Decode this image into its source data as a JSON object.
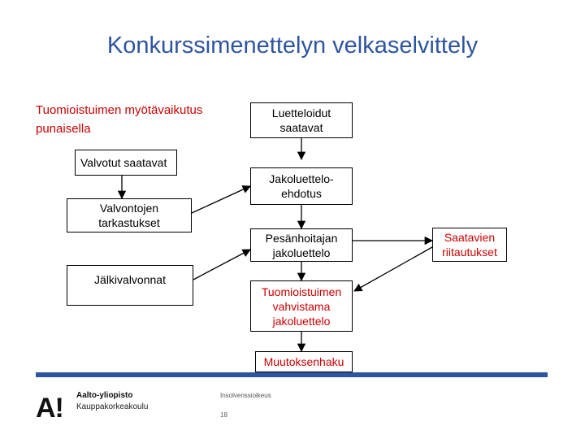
{
  "slide": {
    "title": "Konkurssimenettelyn velkaselvittely",
    "note_line1": "Tuomioistuimen myötävaikutus",
    "note_line2": "punaisella"
  },
  "diagram": {
    "boxes": {
      "luetteloidut": {
        "line1": "Luetteloidut",
        "line2": "saatavat"
      },
      "valvotut": {
        "line1": "Valvotut saatavat"
      },
      "jakoluettelo": {
        "line1": "Jakoluettelo-",
        "line2": "ehdotus"
      },
      "valvontojen": {
        "line1": "Valvontojen",
        "line2": "tarkastukset"
      },
      "pesanhoitajan": {
        "line1": "Pesänhoitajan",
        "line2": "jakoluettelo"
      },
      "saatavien": {
        "line1": "Saatavien",
        "line2": "riitautukset"
      },
      "jalkivalvonnat": {
        "line1": "Jälkivalvonnat"
      },
      "tuomioistuimen": {
        "line1": "Tuomioistuimen",
        "line2": "vahvistama",
        "line3": "jakoluettelo"
      },
      "muutoksenhaku": {
        "line1": "Muutoksenhaku"
      }
    },
    "colors": {
      "red_text": "#cc0000",
      "title_blue": "#2e55a0"
    }
  },
  "footer": {
    "logo_mark": "A!",
    "logo_name": "Aalto-yliopisto",
    "logo_sub": "Kauppakorkeakoulu",
    "text": "Insolvenssioikeus",
    "page": "18"
  }
}
